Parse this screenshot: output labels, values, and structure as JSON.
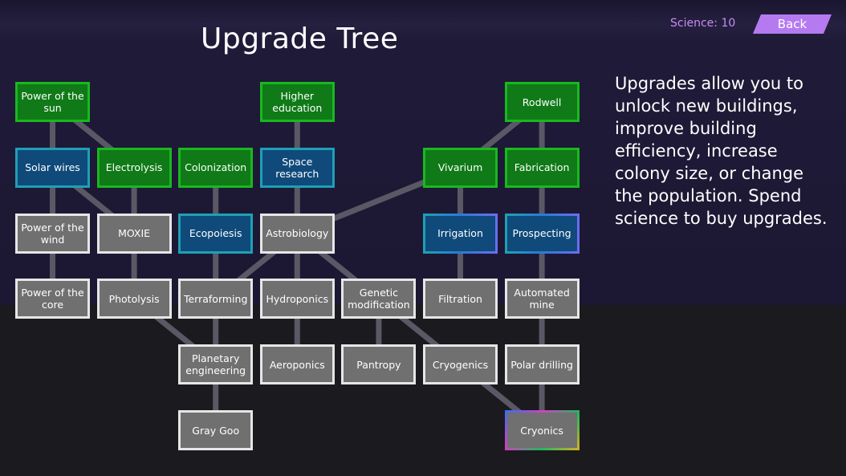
{
  "header": {
    "title": "Upgrade Tree",
    "science_label": "Science: 10",
    "back_label": "Back"
  },
  "description": "Upgrades allow you to unlock new buildings, improve building efficiency, increase colony size, or change the population. Spend science to buy upgrades.",
  "colors": {
    "owned": "#19b81f",
    "available": "#1ea0b4",
    "locked": "#e6e6e6",
    "accent": "#b57af0",
    "science_text": "#c78cf2",
    "edge": "#5b5866"
  },
  "nodes": [
    {
      "id": "power_sun",
      "label": "Power of the sun",
      "state": "owned"
    },
    {
      "id": "solar_wires",
      "label": "Solar wires",
      "state": "available"
    },
    {
      "id": "electrolysis",
      "label": "Electrolysis",
      "state": "owned"
    },
    {
      "id": "power_wind",
      "label": "Power of the wind",
      "state": "locked"
    },
    {
      "id": "moxie",
      "label": "MOXIE",
      "state": "locked"
    },
    {
      "id": "power_core",
      "label": "Power of the core",
      "state": "locked"
    },
    {
      "id": "photolysis",
      "label": "Photolysis",
      "state": "locked"
    },
    {
      "id": "colonization",
      "label": "Colonization",
      "state": "owned"
    },
    {
      "id": "ecopoiesis",
      "label": "Ecopoiesis",
      "state": "available"
    },
    {
      "id": "terraforming",
      "label": "Terraforming",
      "state": "locked"
    },
    {
      "id": "planetary_engineering",
      "label": "Planetary engineering",
      "state": "locked"
    },
    {
      "id": "gray_goo",
      "label": "Gray Goo",
      "state": "locked"
    },
    {
      "id": "higher_education",
      "label": "Higher education",
      "state": "owned"
    },
    {
      "id": "space_research",
      "label": "Space research",
      "state": "available"
    },
    {
      "id": "astrobiology",
      "label": "Astrobiology",
      "state": "locked"
    },
    {
      "id": "hydroponics",
      "label": "Hydroponics",
      "state": "locked"
    },
    {
      "id": "aeroponics",
      "label": "Aeroponics",
      "state": "locked"
    },
    {
      "id": "genetic_modification",
      "label": "Genetic modification",
      "state": "locked"
    },
    {
      "id": "pantropy",
      "label": "Pantropy",
      "state": "locked"
    },
    {
      "id": "vivarium",
      "label": "Vivarium",
      "state": "owned"
    },
    {
      "id": "irrigation",
      "label": "Irrigation",
      "state": "partial"
    },
    {
      "id": "filtration",
      "label": "Filtration",
      "state": "locked"
    },
    {
      "id": "cryogenics",
      "label": "Cryogenics",
      "state": "locked"
    },
    {
      "id": "rodwell",
      "label": "Rodwell",
      "state": "owned"
    },
    {
      "id": "fabrication",
      "label": "Fabrication",
      "state": "owned"
    },
    {
      "id": "prospecting",
      "label": "Prospecting",
      "state": "partial"
    },
    {
      "id": "automated_mine",
      "label": "Automated mine",
      "state": "locked"
    },
    {
      "id": "polar_drilling",
      "label": "Polar drilling",
      "state": "locked"
    },
    {
      "id": "cryonics",
      "label": "Cryonics",
      "state": "rainbow"
    }
  ],
  "edges": [
    [
      "power_sun",
      "solar_wires"
    ],
    [
      "power_sun",
      "electrolysis"
    ],
    [
      "solar_wires",
      "power_wind"
    ],
    [
      "solar_wires",
      "moxie"
    ],
    [
      "electrolysis",
      "moxie"
    ],
    [
      "power_wind",
      "power_core"
    ],
    [
      "moxie",
      "photolysis"
    ],
    [
      "photolysis",
      "planetary_engineering"
    ],
    [
      "colonization",
      "ecopoiesis"
    ],
    [
      "ecopoiesis",
      "terraforming"
    ],
    [
      "terraforming",
      "planetary_engineering"
    ],
    [
      "planetary_engineering",
      "gray_goo"
    ],
    [
      "higher_education",
      "space_research"
    ],
    [
      "space_research",
      "astrobiology"
    ],
    [
      "astrobiology",
      "terraforming"
    ],
    [
      "astrobiology",
      "hydroponics"
    ],
    [
      "astrobiology",
      "genetic_modification"
    ],
    [
      "hydroponics",
      "aeroponics"
    ],
    [
      "genetic_modification",
      "pantropy"
    ],
    [
      "genetic_modification",
      "cryogenics"
    ],
    [
      "vivarium",
      "astrobiology"
    ],
    [
      "rodwell",
      "vivarium"
    ],
    [
      "rodwell",
      "fabrication"
    ],
    [
      "vivarium",
      "irrigation"
    ],
    [
      "irrigation",
      "filtration"
    ],
    [
      "fabrication",
      "prospecting"
    ],
    [
      "prospecting",
      "automated_mine"
    ],
    [
      "automated_mine",
      "polar_drilling"
    ],
    [
      "polar_drilling",
      "cryonics"
    ],
    [
      "cryogenics",
      "cryonics"
    ]
  ]
}
